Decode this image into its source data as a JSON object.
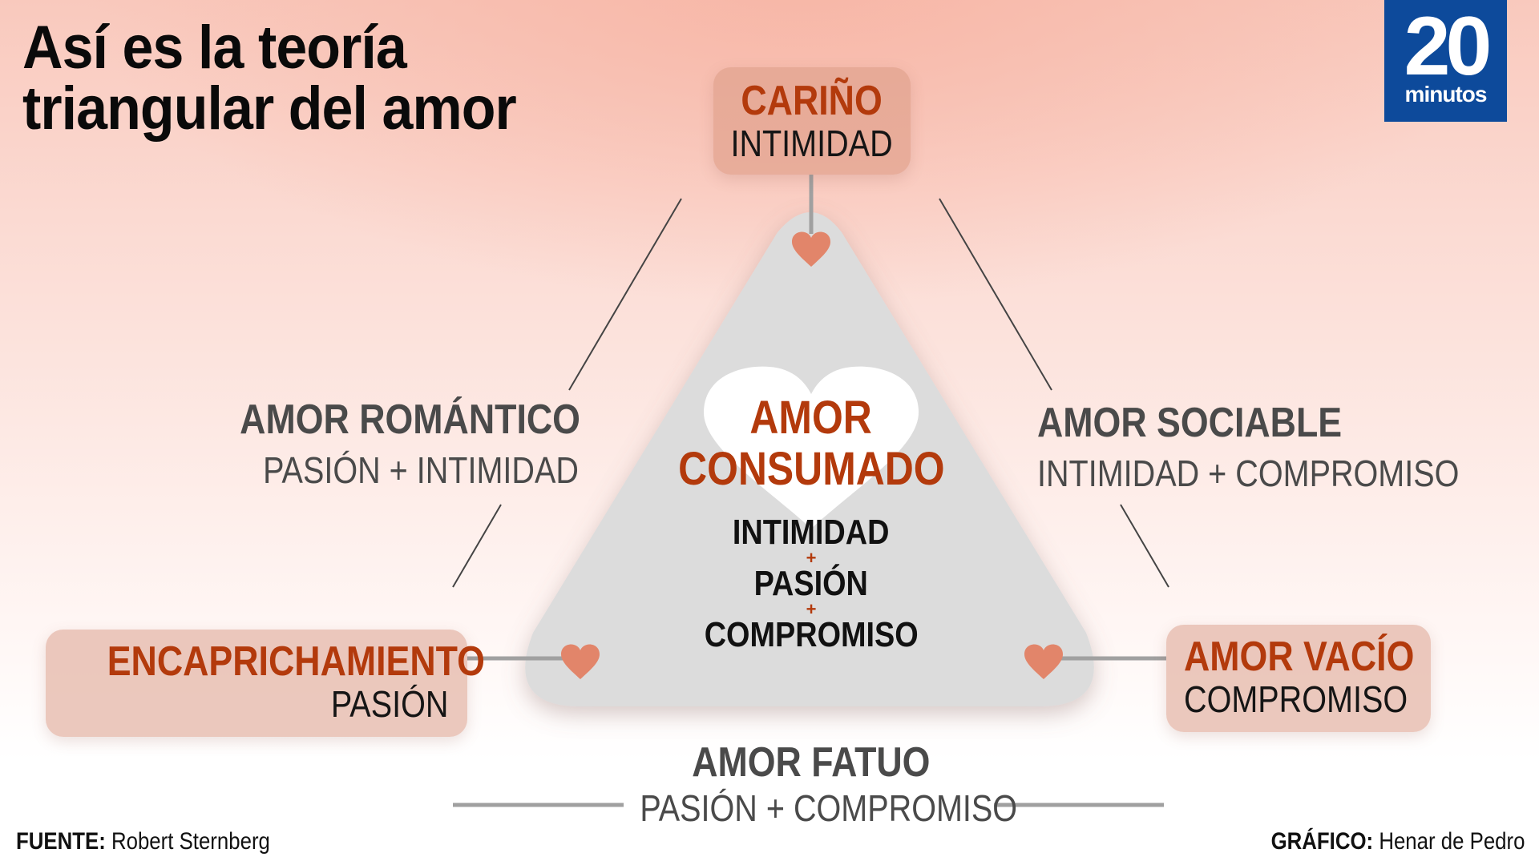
{
  "title": {
    "line1": "Así es la teoría",
    "line2": "triangular del amor"
  },
  "logo": {
    "number": "20",
    "word": "minutos",
    "bg_color": "#0d4a9b"
  },
  "center": {
    "title_line1": "AMOR",
    "title_line2": "CONSUMADO",
    "components": [
      "INTIMIDAD",
      "PASIÓN",
      "COMPROMISO"
    ],
    "plus_symbol": "+"
  },
  "vertices": {
    "top": {
      "name": "CARIÑO",
      "component": "INTIMIDAD"
    },
    "left": {
      "name": "ENCAPRICHAMIENTO",
      "component": "PASIÓN"
    },
    "right": {
      "name": "AMOR VACÍO",
      "component": "COMPROMISO"
    }
  },
  "edges": {
    "left": {
      "name": "AMOR ROMÁNTICO",
      "components": "PASIÓN + INTIMIDAD"
    },
    "right": {
      "name": "AMOR SOCIABLE",
      "components": "INTIMIDAD + COMPROMISO"
    },
    "bottom": {
      "name": "AMOR FATUO",
      "components": "PASIÓN + COMPROMISO"
    }
  },
  "footer": {
    "source_label": "FUENTE:",
    "source_value": "Robert Sternberg",
    "graphic_label": "GRÁFICO:",
    "graphic_value": "Henar de Pedro"
  },
  "colors": {
    "accent_orange": "#b33a0c",
    "heart": "#e2856a",
    "triangle": "#dcdcdc",
    "box_fill": "#e2a38f"
  }
}
